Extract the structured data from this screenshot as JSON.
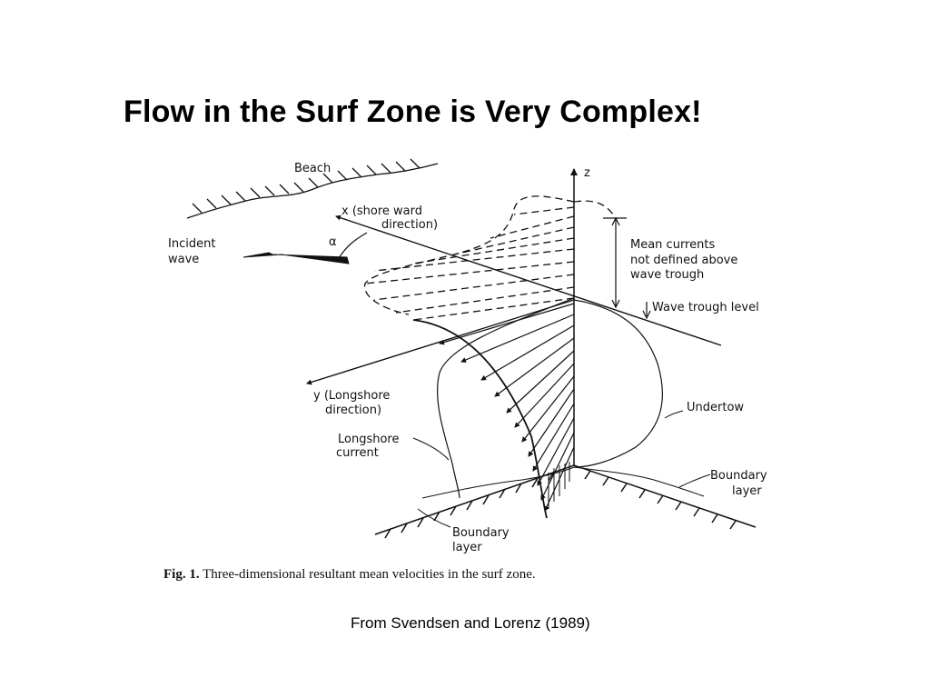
{
  "title": "Flow in the Surf Zone is Very Complex!",
  "figure": {
    "labels": {
      "beach": "Beach",
      "z_axis": "z",
      "x_axis_line1": "x  (shore ward",
      "x_axis_line2": "direction)",
      "alpha": "α",
      "incident_wave_line1": "Incident",
      "incident_wave_line2": "wave",
      "mean_currents_line1": "Mean currents",
      "mean_currents_line2": "not defined above",
      "mean_currents_line3": "wave trough",
      "wave_trough_level": "Wave trough level",
      "y_axis_line1": "y  (Longshore",
      "y_axis_line2": "direction)",
      "undertow": "Undertow",
      "longshore_current_line1": "Longshore",
      "longshore_current_line2": "current",
      "boundary_layer_right_line1": "Boundary",
      "boundary_layer_right_line2": "layer",
      "boundary_layer_bottom_line1": "Boundary",
      "boundary_layer_bottom_line2": "layer"
    },
    "caption_bold": "Fig. 1.",
    "caption_text": " Three-dimensional resultant mean velocities in the surf zone."
  },
  "source": "From Svendsen and Lorenz (1989)"
}
